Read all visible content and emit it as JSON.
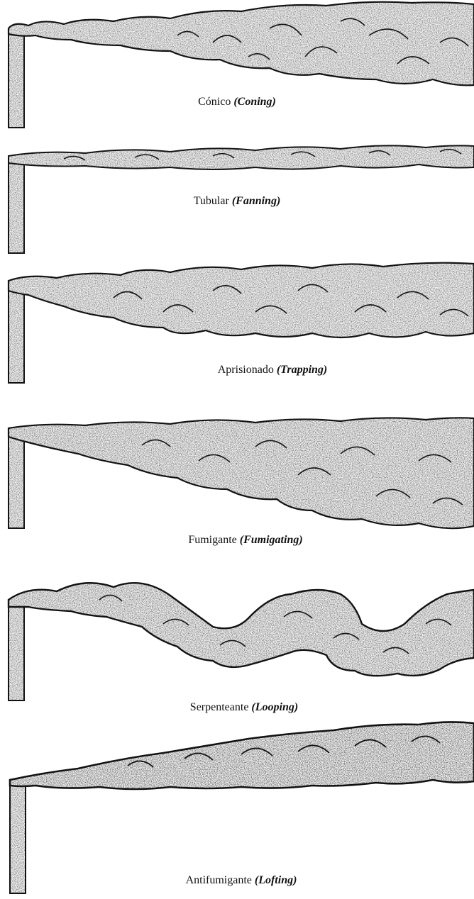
{
  "panels": [
    {
      "id": "coning",
      "name_es": "Cónico",
      "name_en": "(Coning)"
    },
    {
      "id": "fanning",
      "name_es": "Tubular",
      "name_en": "(Fanning)"
    },
    {
      "id": "trapping",
      "name_es": "Aprisionado",
      "name_en": "(Trapping)"
    },
    {
      "id": "fumigating",
      "name_es": "Fumigante",
      "name_en": "(Fumigating)"
    },
    {
      "id": "looping",
      "name_es": "Serpenteante",
      "name_en": "(Looping)"
    },
    {
      "id": "lofting",
      "name_es": "Antifumigante",
      "name_en": "(Lofting)"
    }
  ],
  "colors": {
    "ink": "#141414",
    "smoke_fill": "#f3f3f3",
    "paper": "#ffffff"
  }
}
